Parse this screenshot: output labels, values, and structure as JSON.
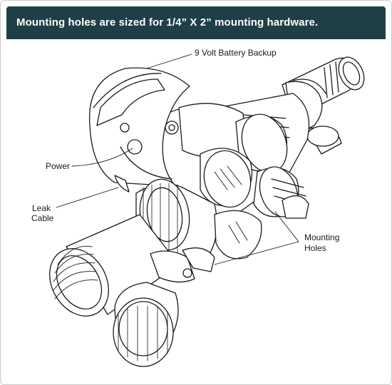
{
  "banner": {
    "title": "Mounting holes are sized for 1/4” X 2” mounting hardware."
  },
  "callouts": {
    "battery": "9 Volt Battery Backup",
    "power": "Power",
    "leak_line1": "Leak",
    "leak_line2": "Cable",
    "mounting_line1": "Mounting",
    "mounting_line2": "Holes"
  },
  "colors": {
    "banner_bg": "#1f3f47",
    "line": "#1a1a1a",
    "fill": "#ffffff"
  }
}
